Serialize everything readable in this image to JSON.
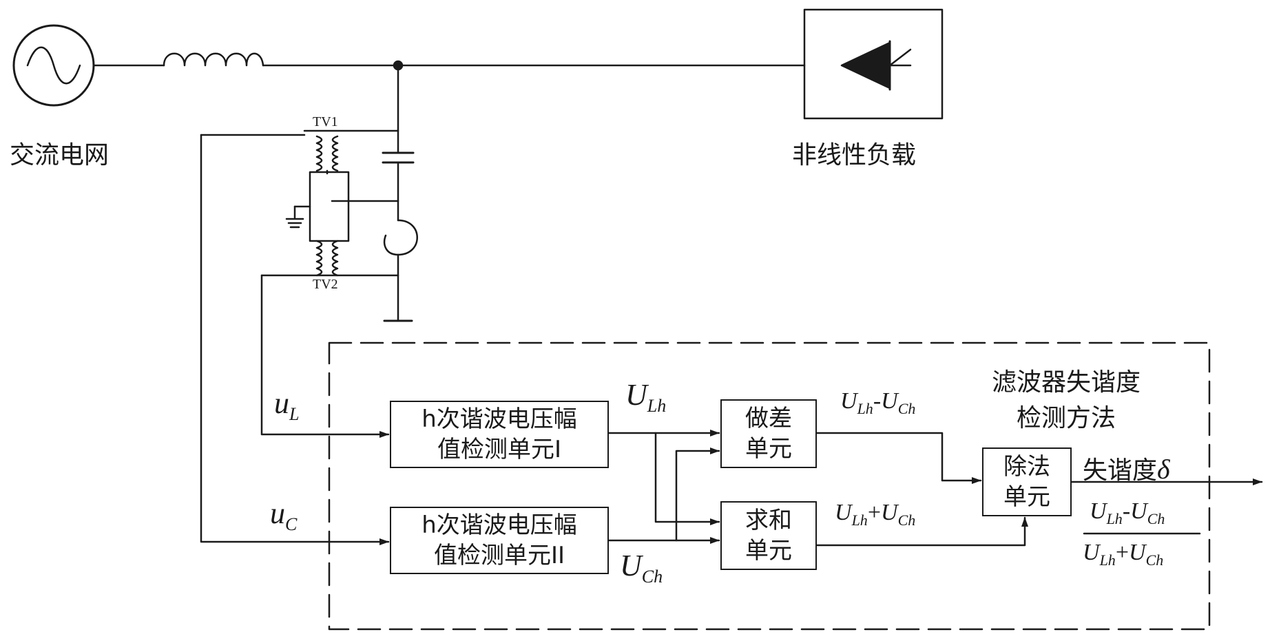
{
  "components": {
    "source_label": "交流电网",
    "load_label": "非线性负载",
    "tv1_label": "TV1",
    "tv2_label": "TV2"
  },
  "signals": {
    "u_L": {
      "main": "u",
      "sub": "L"
    },
    "u_C": {
      "main": "u",
      "sub": "C"
    },
    "U_Lh": {
      "main": "U",
      "sub": "Lh"
    },
    "U_Ch": {
      "main": "U",
      "sub": "Ch"
    }
  },
  "method_region": {
    "title_line1": "滤波器失谐度",
    "title_line2": "检测方法"
  },
  "blocks": {
    "harmonic_1": {
      "line1": "h次谐波电压幅",
      "line2": "值检测单元I"
    },
    "harmonic_2": {
      "line1": "h次谐波电压幅",
      "line2": "值检测单元II"
    },
    "difference": {
      "line1": "做差",
      "line2": "单元"
    },
    "sum": {
      "line1": "求和",
      "line2": "单元"
    },
    "division": {
      "line1": "除法",
      "line2": "单元"
    }
  },
  "expressions": {
    "difference_label": {
      "a": "U",
      "a_sub": "Lh",
      "op": "-",
      "b": "U",
      "b_sub": "Ch"
    },
    "sum_label": {
      "a": "U",
      "a_sub": "Lh",
      "op": "+",
      "b": "U",
      "b_sub": "Ch"
    }
  },
  "output": {
    "label": "失谐度",
    "symbol": "δ",
    "numerator": {
      "a": "U",
      "a_sub": "Lh",
      "op": "-",
      "b": "U",
      "b_sub": "Ch"
    },
    "denominator": {
      "a": "U",
      "a_sub": "Lh",
      "op": "+",
      "b": "U",
      "b_sub": "Ch"
    }
  }
}
